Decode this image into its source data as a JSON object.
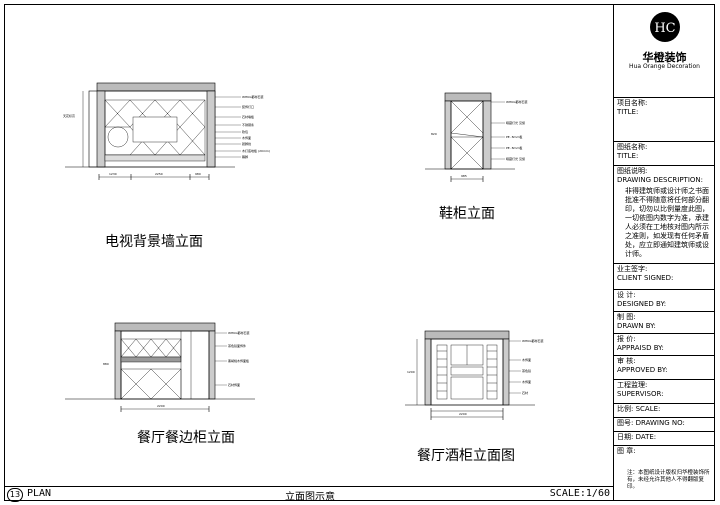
{
  "drawings": {
    "tv_wall": {
      "caption": "电视背景墙立面",
      "notes": [
        "WHKG都材石装",
        "装饰灯口",
        "石材墙板",
        "不锈钢条",
        "软包",
        "木饰面",
        "踏脚线",
        "木打底地板 (20mm)",
        "踢脚"
      ],
      "side_dim": "天花标高",
      "dims": [
        "1230",
        "2250",
        "980"
      ]
    },
    "shoe_cabinet": {
      "caption": "鞋柜立面",
      "notes": [
        "WHKG都材石装",
        "暗藏灯光 见施",
        "PE. 8mm板",
        "PE. 8mm板",
        "暗藏灯光 见施"
      ],
      "dims": [
        "985",
        "820"
      ]
    },
    "sideboard": {
      "caption": "餐厅餐边柜立面",
      "notes": [
        "WHKG都材石装",
        "茶色镜面饰件",
        "黑胡桃木饰面板",
        "石材饰面"
      ],
      "dims": [
        "2200",
        "880"
      ]
    },
    "wine_cabinet": {
      "caption": "餐厅酒柜立面图",
      "notes": [
        "WHKG都材石装",
        "木饰面",
        "茶色镜",
        "木饰面",
        "石材"
      ],
      "dims": [
        "2200",
        "1200"
      ]
    }
  },
  "bottom_bar": {
    "sheet_number": "13",
    "plan_label": "PLAN",
    "center_title": "立面图示意",
    "scale": "SCALE:1/60"
  },
  "title_block": {
    "logo_letters": "HC",
    "company_cn": "华橙装饰",
    "company_en": "Hua Orange Decoration",
    "project_name_cn": "项目名称:",
    "project_name_en": "TITLE:",
    "drawing_name_cn": "图纸名称:",
    "drawing_name_en": "TITLE:",
    "description_cn": "图纸说明:",
    "description_en": "DRAWING DESCRIPTION:",
    "description_body": "非得建筑师或设计师之书面批准不得随意将任何部分翻印，切勿以比例量度此图，一切依图内数字为准，承建人必须在工地核对图内所示之准则，如发现有任何矛盾处，应立即通知建筑师或设计师。",
    "client_cn": "业主签字:",
    "client_en": "CLIENT SIGNED:",
    "designed_cn": "设    计:",
    "designed_en": "DESIGNED BY:",
    "drawn_cn": "制    图:",
    "drawn_en": "DRAWN BY:",
    "appraised_cn": "报    价:",
    "appraised_en": "APPRAISD BY:",
    "approved_cn": "审    核:",
    "approved_en": "APPROVED BY:",
    "supervisor_cn": "工程监理:",
    "supervisor_en": "SUPERVISOR:",
    "scale_cn": "比例:",
    "scale_en": "SCALE:",
    "drawing_no_cn": "图号:",
    "drawing_no_en": "DRAWING NO:",
    "date_cn": "日期:",
    "date_en": "DATE:",
    "stamp_cn": "图 章:",
    "note": "注：本图纸设计版权归华橙装饰所有，未经允许其他人不得翻版复印。"
  }
}
